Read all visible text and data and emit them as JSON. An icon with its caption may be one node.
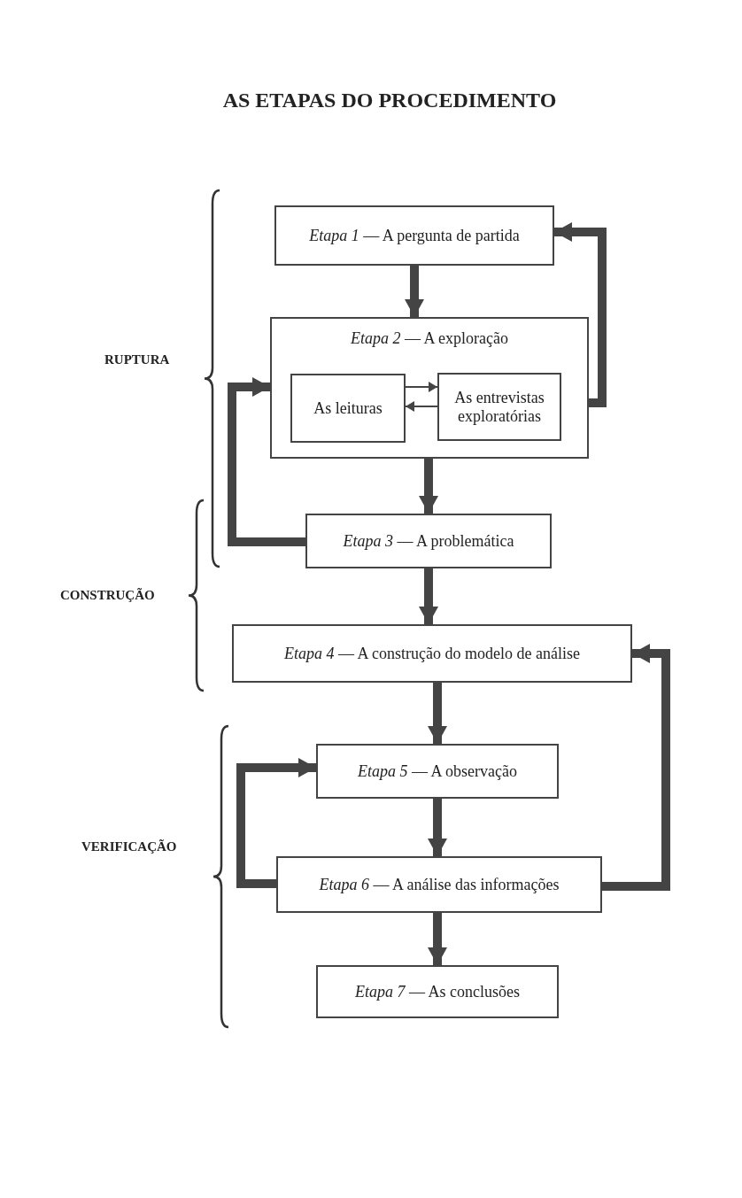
{
  "diagram": {
    "title": "AS ETAPAS DO PROCEDIMENTO",
    "nodes": [
      {
        "text": [
          "*Etapa 1* — A pergunta de partida"
        ]
      },
      {
        "text": [
          "*Etapa 2* — A exploração"
        ]
      },
      {
        "text": [
          "As leituras"
        ],
        "in": 1
      },
      {
        "text": [
          "As entrevistas exploratórias"
        ],
        "in": 1
      },
      {
        "text": [
          "*Etapa 3* — A problemática"
        ]
      },
      {
        "text": [
          "*Etapa 4* — A construção do modelo de análise"
        ]
      },
      {
        "text": [
          "*Etapa 5* — A observação"
        ]
      },
      {
        "text": [
          "*Etapa 6* — A análise das informações"
        ]
      },
      {
        "text": [
          "*Etapa 7* — As conclusões"
        ]
      }
    ],
    "edges": [
      {
        "from": 0,
        "to": 1,
        "arrow": "to"
      },
      {
        "from": 1,
        "to": 0,
        "arrow": "to"
      },
      {
        "from": 2,
        "to": 3,
        "arrow": "to"
      },
      {
        "from": 3,
        "to": 2,
        "arrow": "to"
      },
      {
        "from": 1,
        "to": 4,
        "arrow": "to"
      },
      {
        "from": 4,
        "to": 1,
        "arrow": "to"
      },
      {
        "from": 4,
        "to": 5,
        "arrow": "to"
      },
      {
        "from": 5,
        "to": 6,
        "arrow": "to"
      },
      {
        "from": 6,
        "to": 7,
        "arrow": "to"
      },
      {
        "from": 7,
        "to": 6,
        "arrow": "to"
      },
      {
        "from": 7,
        "to": 5,
        "arrow": "to"
      },
      {
        "from": 7,
        "to": 8,
        "arrow": "to"
      }
    ],
    "labels": [
      "RUPTURA",
      "CONSTRUÇÃO",
      "VERIFICAÇÃO"
    ]
  }
}
